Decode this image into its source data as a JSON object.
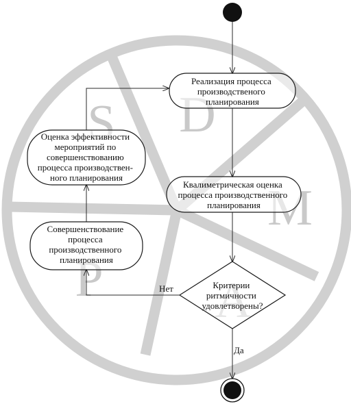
{
  "nodes": {
    "implementation": {
      "lines": [
        "Реализация процесса",
        "производственого",
        "планирования"
      ]
    },
    "efficiency_assessment": {
      "lines": [
        "Оценка эффективности",
        "мероприятий по",
        "совершенствованию",
        "процесса производствен-",
        "ного планирования"
      ]
    },
    "qualimetric_assessment": {
      "lines": [
        "Квалиметрическая оценка",
        "процесса производственного",
        "планирования"
      ]
    },
    "improvement": {
      "lines": [
        "Совершенствование",
        "процесса",
        "производственного",
        "планирования"
      ]
    },
    "decision": {
      "lines": [
        "Критерии",
        "ритмичности",
        "удовлетворены?"
      ]
    }
  },
  "edge_labels": {
    "no": "Нет",
    "yes": "Да"
  },
  "watermark": {
    "letters": [
      "S",
      "D",
      "M",
      "A",
      "P"
    ],
    "color": "#c9c9c9"
  },
  "colors": {
    "stroke": "#1a1a1a",
    "watermark": "#c9c9c9",
    "start_end": "#111111"
  }
}
